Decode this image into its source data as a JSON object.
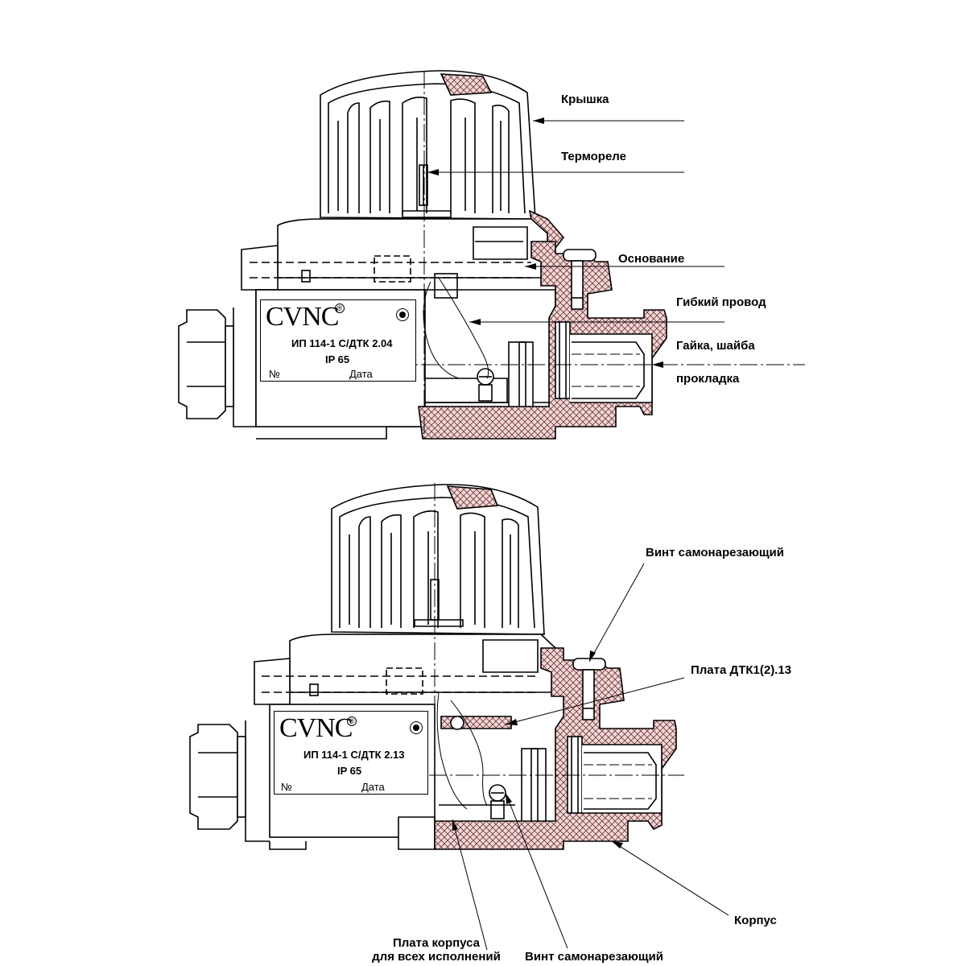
{
  "top_view": {
    "labels": {
      "cover": "Крышка",
      "thermorelay": "Термореле",
      "base": "Основание",
      "flex_wire": "Гибкий провод",
      "nut_washer": "Гайка, шайба",
      "gasket": "прокладка"
    },
    "plate": {
      "logo": "CVNC",
      "registered": "®",
      "model": "ИП 114-1 С/ДТК 2.04",
      "ip": "IP 65",
      "number": "№",
      "date": "Дата"
    }
  },
  "bottom_view": {
    "labels": {
      "self_tapping_screw_top": "Винт самонарезающий",
      "board": "Плата  ДТК1(2).13",
      "housing": "Корпус",
      "housing_board_line1": "Плата корпуса",
      "housing_board_line2": "для всех исполнений",
      "self_tapping_screw_bottom": "Винт самонарезающий"
    },
    "plate": {
      "logo": "CVNC",
      "registered": "®",
      "model": "ИП 114-1 С/ДТК 2.13",
      "ip": "IP 65",
      "number": "№",
      "date": "Дата"
    }
  },
  "colors": {
    "line": "#000000",
    "hatch_fill": "#efd9d9",
    "hatch_line": "#7a3a3a",
    "axis_accent": "#7fb8d8"
  }
}
